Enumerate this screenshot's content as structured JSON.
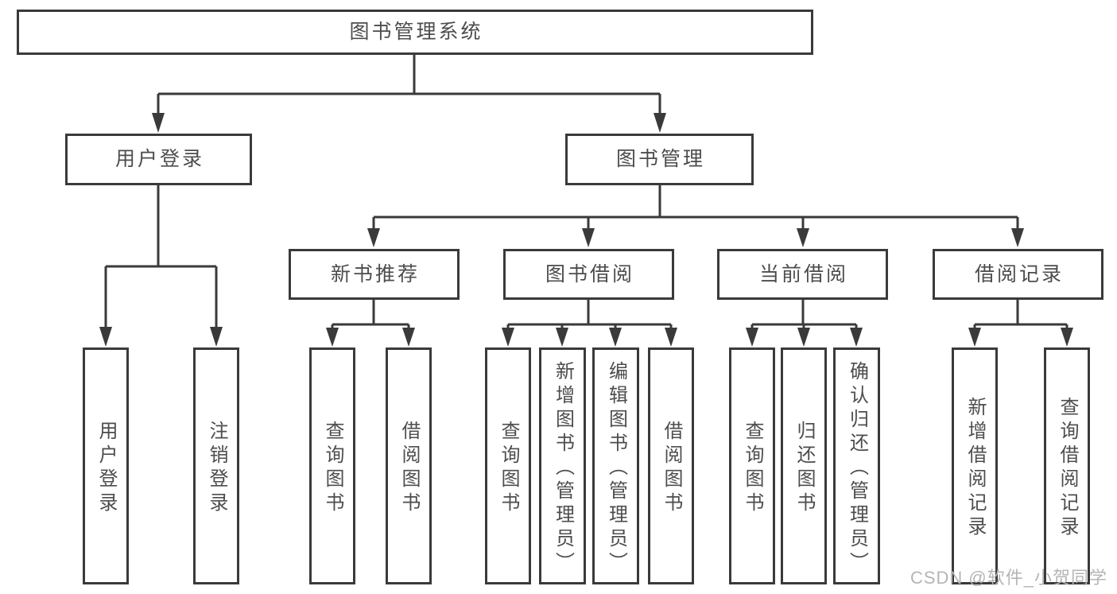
{
  "diagram": {
    "title": "图书管理系统",
    "children": [
      {
        "label": "用户登录",
        "children": [
          {
            "label": "用户登录"
          },
          {
            "label": "注销登录"
          }
        ]
      },
      {
        "label": "图书管理",
        "children": [
          {
            "label": "新书推荐",
            "children": [
              {
                "label": "查询图书"
              },
              {
                "label": "借阅图书"
              }
            ]
          },
          {
            "label": "图书借阅",
            "children": [
              {
                "label": "查询图书"
              },
              {
                "label": "新增图书（管理员）"
              },
              {
                "label": "编辑图书（管理员）"
              },
              {
                "label": "借阅图书"
              }
            ]
          },
          {
            "label": "当前借阅",
            "children": [
              {
                "label": "查询图书"
              },
              {
                "label": "归还图书"
              },
              {
                "label": "确认归还（管理员）"
              }
            ]
          },
          {
            "label": "借阅记录",
            "children": [
              {
                "label": "新增借阅记录"
              },
              {
                "label": "查询借阅记录"
              }
            ]
          }
        ]
      }
    ]
  },
  "watermark": {
    "text": "CSDN @软件_小贺同学"
  },
  "colors": {
    "background": "#ffffff",
    "line": "#3a3a3a",
    "box_fill": "#ffffff",
    "text": "#4d4d4d",
    "watermark": "#b5b5b5"
  }
}
